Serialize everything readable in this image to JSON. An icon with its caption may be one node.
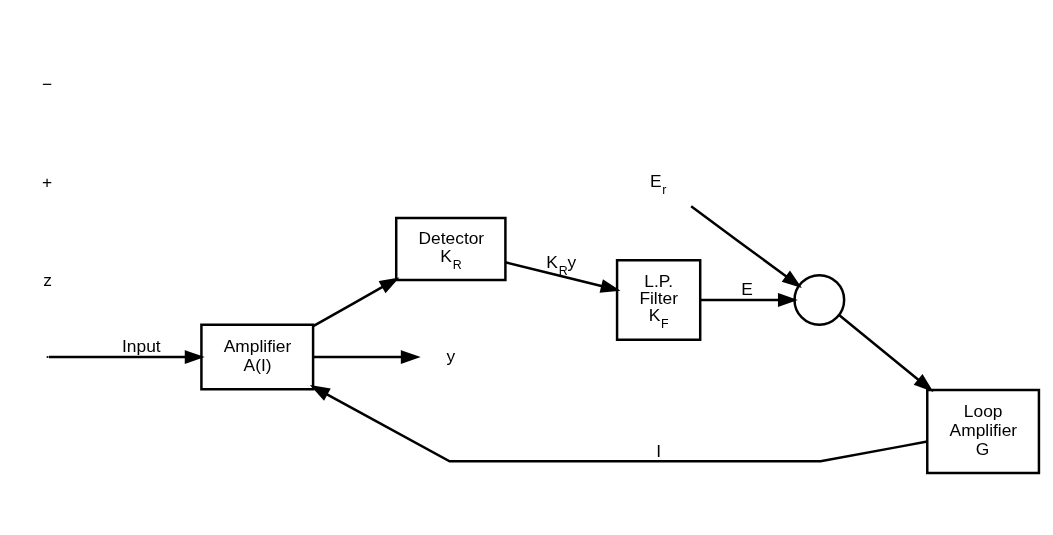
{
  "diagram": {
    "nodes": [
      {
        "text": [
          "Amplifier A(I)"
        ]
      },
      {
        "text": [
          "Detector K$_{R}$"
        ]
      },
      {
        "text": [
          "L.P. Filter K$_{F}$"
        ]
      },
      {
        "text": [],
        "shape": "circle"
      },
      {
        "text": [
          "Loop Amplifier G"
        ]
      },
      {
        "text": [
          "y"
        ]
      },
      {
        "text": [
          "E$_{r}$"
        ]
      }
    ],
    "edges": [
      {
        "from": null,
        "to": 0,
        "arrow": "to",
        "label": "Input"
      },
      {
        "from": 0,
        "to": 5,
        "arrow": "to"
      },
      {
        "from": 0,
        "to": 1,
        "arrow": "to"
      },
      {
        "from": 1,
        "to": 2,
        "arrow": "to",
        "label": "K$_{R}$y"
      },
      {
        "from": 2,
        "to": 3,
        "arrow": "to",
        "label": "E"
      },
      {
        "from": 6,
        "to": 3,
        "arrow": "to"
      },
      {
        "from": 3,
        "to": 4,
        "arrow": "to"
      },
      {
        "from": 4,
        "to": 0,
        "arrow": "to",
        "label": "I"
      }
    ],
    "labels": [
      "z",
      "+",
      "−"
    ]
  }
}
